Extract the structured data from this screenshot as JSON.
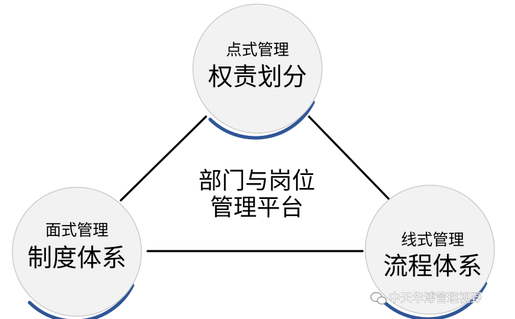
{
  "diagram": {
    "nodes": [
      {
        "id": "top",
        "subtitle": "点式管理",
        "title": "权责划分"
      },
      {
        "id": "left",
        "subtitle": "面式管理",
        "title": "制度体系"
      },
      {
        "id": "right",
        "subtitle": "线式管理",
        "title": "流程体系"
      }
    ],
    "center_label": [
      "部门与岗位",
      "管理平台"
    ],
    "edges": [
      {
        "from": "top",
        "to": "left"
      },
      {
        "from": "top",
        "to": "right"
      },
      {
        "from": "left",
        "to": "right"
      }
    ],
    "colors": {
      "circle_fill": "#f2f2f2",
      "circle_outline": "#c6c6c6",
      "circle_shadow": "#2f5597",
      "edge": "#000000",
      "text": "#000000"
    }
  },
  "watermark": {
    "icon": "wechat-icon",
    "text": "中天华溥管理视野"
  }
}
